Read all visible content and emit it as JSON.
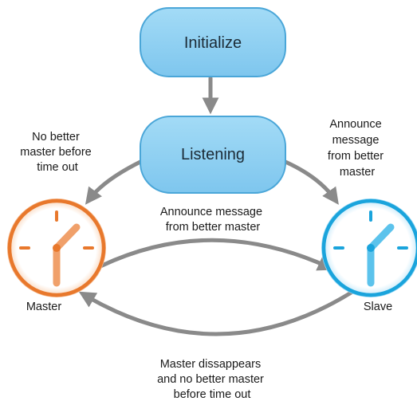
{
  "states": {
    "initialize": "Initialize",
    "listening": "Listening"
  },
  "nodes": {
    "master": "Master",
    "slave": "Slave"
  },
  "transitions": {
    "no_better_master": [
      "No better",
      "master before",
      "time out"
    ],
    "announce_right": [
      "Announce",
      "message",
      "from better",
      "master"
    ],
    "announce_middle": [
      "Announce message",
      "from better master"
    ],
    "master_disappears": [
      "Master dissappears",
      "and no better master",
      "before time out"
    ]
  },
  "colors": {
    "state_fill": "#8fd0f2",
    "state_stroke": "#4aa6d8",
    "master_accent": "#e8782c",
    "slave_accent": "#1aa4dc",
    "arrow": "#8a8a8a"
  }
}
